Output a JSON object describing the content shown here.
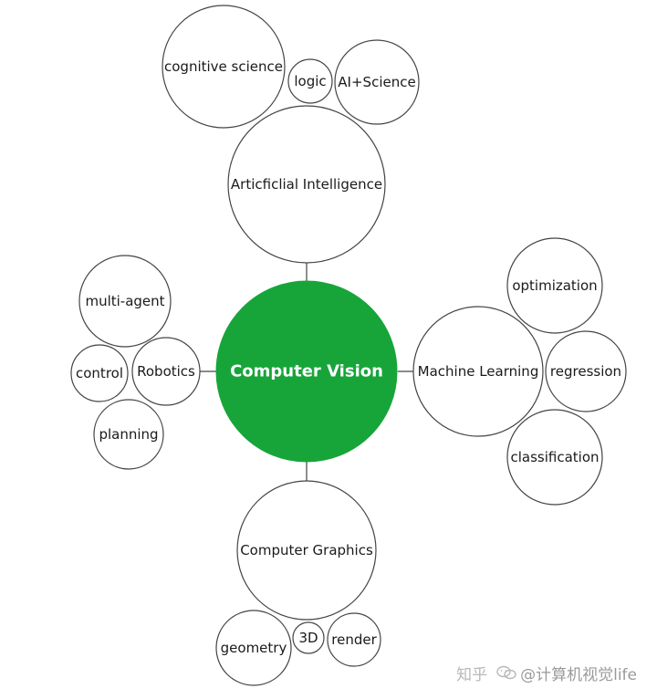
{
  "center": {
    "label": "Computer Vision",
    "fill": "#17a53a"
  },
  "stroke_color": "#444444",
  "nodes": {
    "ai": "Articficlial Intelligence",
    "cognitive_science": "cognitive science",
    "logic": "logic",
    "ai_science": "AI+Science",
    "robotics": "Robotics",
    "multi_agent": "multi-agent",
    "control": "control",
    "planning": "planning",
    "machine_learning": "Machine Learning",
    "optimization": "optimization",
    "regression": "regression",
    "classification": "classification",
    "computer_graphics": "Computer Graphics",
    "geometry": "geometry",
    "three_d": "3D",
    "render": "render"
  },
  "watermark": {
    "brand": "知乎",
    "handle": "@计算机视觉life"
  }
}
